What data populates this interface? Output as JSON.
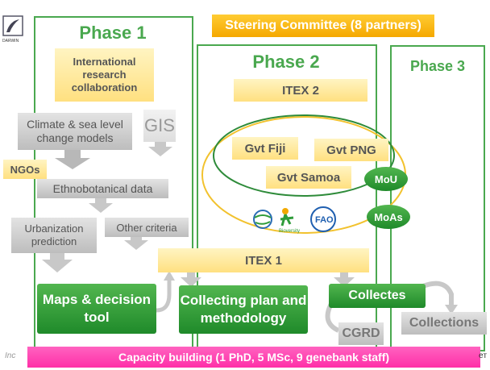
{
  "steering_committee": "Steering Committee (8 partners)",
  "phase1": {
    "title": "Phase 1",
    "intl": "International research collaboration",
    "climate": "Climate & sea level change models",
    "gis": "GIS",
    "ngos": "NGOs",
    "ethno": "Ethnobotanical data",
    "urban": "Urbanization prediction",
    "other": "Other criteria",
    "maps": "Maps & decision tool"
  },
  "phase2": {
    "title": "Phase 2",
    "itex2": "ITEX 2",
    "fiji": "Gvt Fiji",
    "png": "Gvt PNG",
    "samoa": "Gvt Samoa",
    "collecting": "Collecting plan and methodology"
  },
  "phase3": {
    "title": "Phase 3"
  },
  "mou": "MoU",
  "moas": "MoAs",
  "itex1": "ITEX 1",
  "collectes": "Collectes",
  "cgrd": "CGRD",
  "collections": "Collections",
  "capacity": "Capacity building (1 PhD, 5 MSc, 9 genebank staff)",
  "logo_text": "DARWIN INITIATIVE",
  "bottom_left_fragment": "Inc",
  "bottom_right_fragment": "eт",
  "partner_logos": [
    "globe-logo",
    "bioversity-logo",
    "fao-logo"
  ],
  "colors": {
    "phase_green": "#4aa84f",
    "steering_orange": "#f5a800",
    "capacity_pink": "#ff2fa8",
    "oval_yellow": "#f2c22e",
    "oval_green": "#2e8b3a"
  }
}
